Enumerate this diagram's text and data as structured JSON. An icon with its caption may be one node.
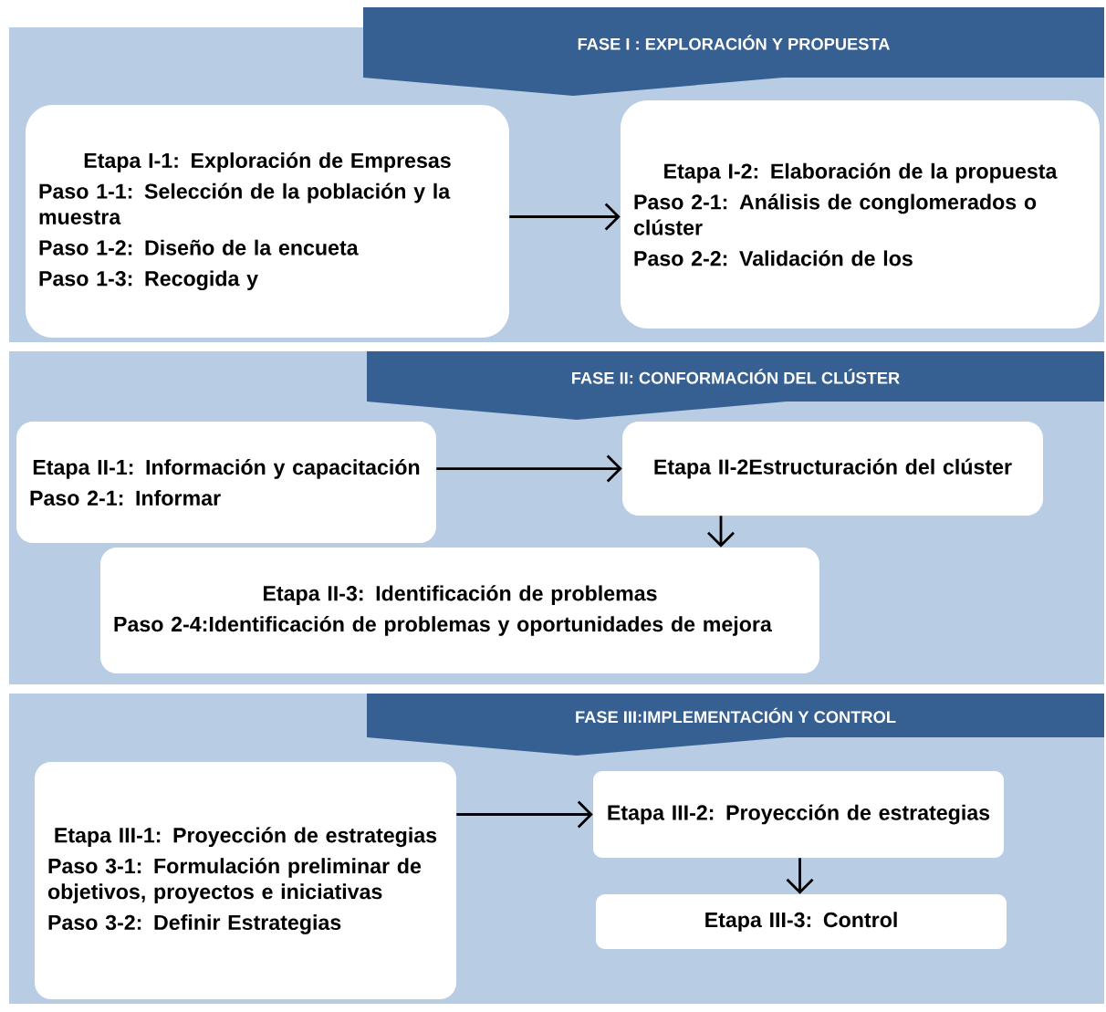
{
  "diagram": {
    "nodes": [
      {
        "text": [
          "FASE I : EXPLORACIÓN Y PROPUESTA"
        ]
      },
      {
        "text": [
          "Etapa  I-1: Exploración de Empresas",
          "Paso 1-1: Selección de la población y la muestra",
          "Paso 1-2: Diseño de la encueta",
          "Paso 1-3: Recogida y"
        ],
        "in": 0
      },
      {
        "text": [
          "Etapa I-2: Elaboración de la propuesta",
          "Paso 2-1: Análisis de conglomerados o clúster",
          "Paso 2-2: Validación de los"
        ],
        "in": 0
      },
      {
        "text": [
          "FASE II: CONFORMACIÓN DEL CLÚSTER"
        ]
      },
      {
        "text": [
          "Etapa  II-1: Información y capacitación",
          "Paso 2-1: Informar"
        ],
        "in": 3
      },
      {
        "text": [
          "Etapa  II-2Estructuración del clúster"
        ],
        "in": 3
      },
      {
        "text": [
          "Etapa  II-3: Identificación de problemas",
          "Paso 2-4:Identificación de problemas y oportunidades de mejora"
        ],
        "in": 3
      },
      {
        "text": [
          "FASE III:IMPLEMENTACIÓN Y CONTROL"
        ]
      },
      {
        "text": [
          "Etapa  III-1: Proyección de estrategias",
          "Paso 3-1: Formulación preliminar de objetivos, proyectos  e iniciativas",
          "Paso 3-2:  Definir Estrategias"
        ],
        "in": 7
      },
      {
        "text": [
          "Etapa  III-2: Proyección de estrategias"
        ],
        "in": 7
      },
      {
        "text": [
          "Etapa  III-3: Control"
        ],
        "in": 7
      }
    ],
    "edges": [
      {
        "from": 1,
        "to": 2,
        "arrow": "to"
      },
      {
        "from": 4,
        "to": 5,
        "arrow": "to"
      },
      {
        "from": 5,
        "to": 6,
        "arrow": "to"
      },
      {
        "from": 8,
        "to": 9,
        "arrow": "to"
      },
      {
        "from": 9,
        "to": 10,
        "arrow": "to"
      }
    ]
  }
}
